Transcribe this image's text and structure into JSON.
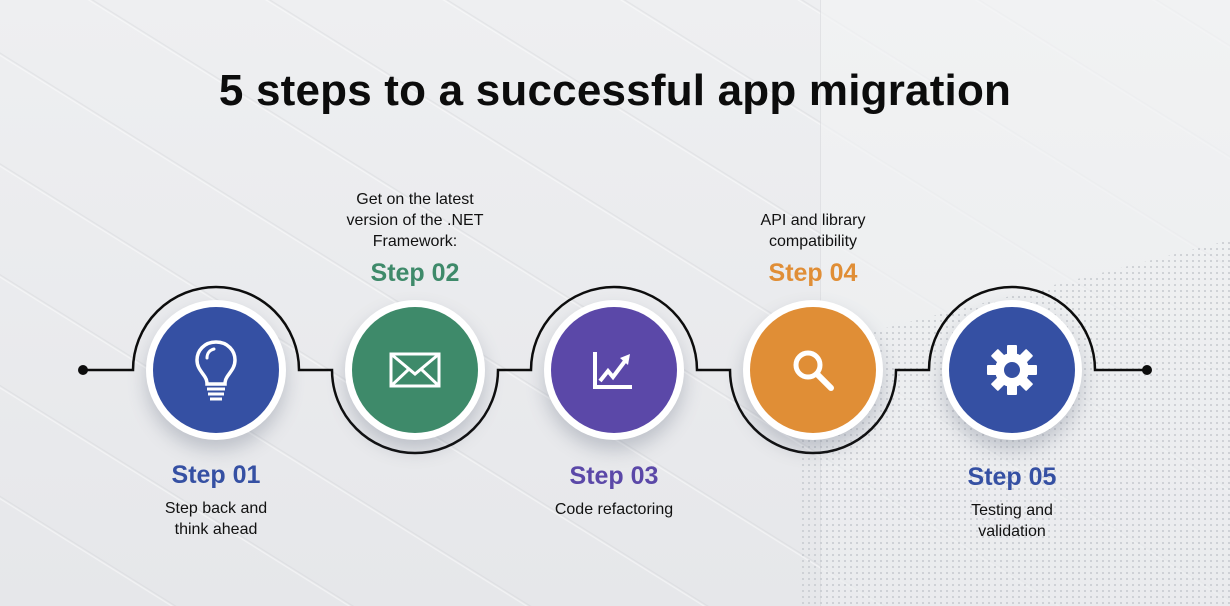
{
  "title": "5 steps to a successful app migration",
  "colors": {
    "step01": "#3550a3",
    "step02": "#3e8a6a",
    "step03": "#5b48a8",
    "step04": "#e08e36",
    "step05": "#3550a3",
    "line": "#0d0d0d"
  },
  "steps": [
    {
      "label": "Step 01",
      "description_lines": [
        "Step back and",
        "think ahead"
      ],
      "icon": "lightbulb-icon"
    },
    {
      "label": "Step 02",
      "description_lines": [
        "Get on the latest",
        "version of the .NET",
        "Framework:"
      ],
      "icon": "envelope-icon"
    },
    {
      "label": "Step 03",
      "description_lines": [
        "Code refactoring"
      ],
      "icon": "chart-growth-icon"
    },
    {
      "label": "Step 04",
      "description_lines": [
        "API and library",
        "compatibility"
      ],
      "icon": "search-icon"
    },
    {
      "label": "Step 05",
      "description_lines": [
        "Testing and",
        "validation"
      ],
      "icon": "gear-icon"
    }
  ]
}
